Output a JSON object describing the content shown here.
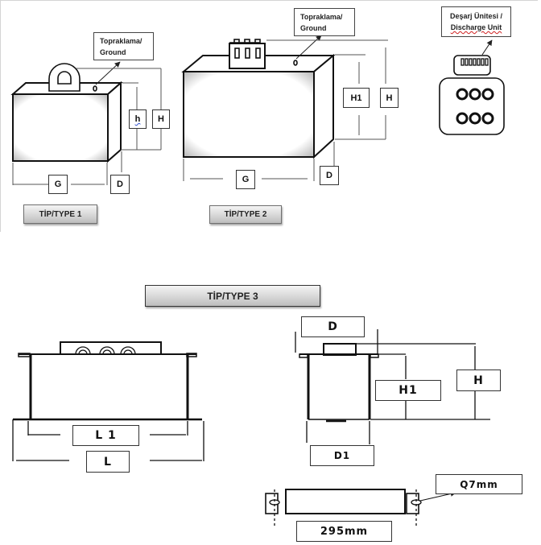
{
  "type1": {
    "title": "TİP/TYPE 1",
    "ground_note": [
      "Topraklama/",
      "Ground"
    ],
    "dims": {
      "height_small": "h",
      "height": "H",
      "width": "G",
      "depth": "D"
    }
  },
  "type2": {
    "title": "TİP/TYPE 2",
    "ground_note": [
      "Topraklama/",
      "Ground"
    ],
    "dims": {
      "height_inner": "H1",
      "height": "H",
      "width": "G",
      "depth": "D"
    }
  },
  "discharge": {
    "note": [
      "Deşarj Ünitesi /",
      "Discharge Unit"
    ]
  },
  "type3": {
    "title": "TİP/TYPE 3",
    "front_dims": {
      "inner_length": "L 1",
      "length": "L"
    },
    "side_dims": {
      "depth": "D",
      "inner_height": "H1",
      "height": "H",
      "base_depth": "D1"
    },
    "mount_dims": {
      "hole": "Q7mm",
      "spacing": "295mm"
    }
  }
}
